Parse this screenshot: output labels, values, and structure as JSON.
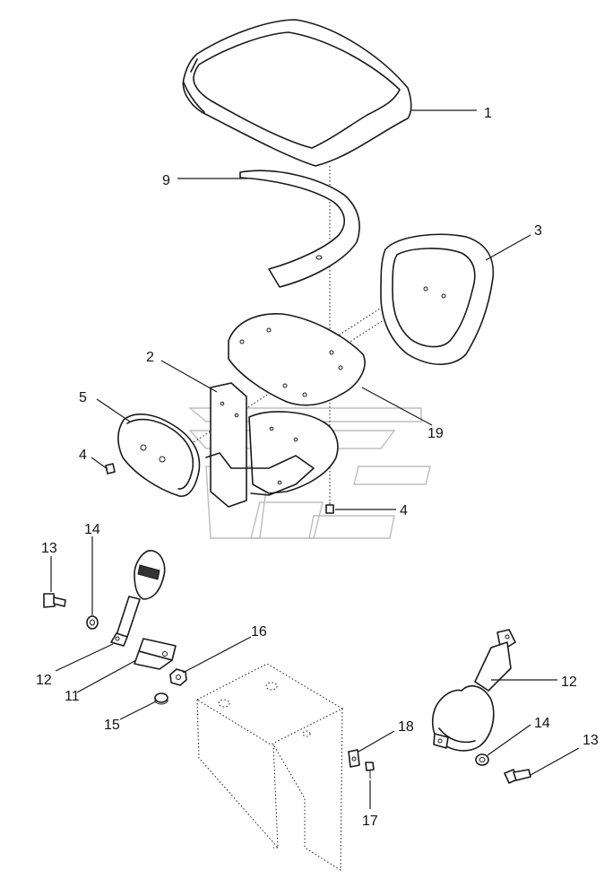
{
  "callouts": {
    "seat_cushion": "1",
    "backrest_frame": "2",
    "backrest_cushion": "3",
    "screw_upper": "4",
    "screw_lower": "4",
    "armrest_pad": "5",
    "trim_strip": "9",
    "seat_plate": "19",
    "belt_buckle": "12",
    "retractor": "12",
    "bracket": "11",
    "bolt_left": "13",
    "bolt_right": "13",
    "washer_left": "14",
    "washer_right": "14",
    "nut_lower": "15",
    "nut_upper": "16",
    "screw_small": "17",
    "clip": "18"
  }
}
